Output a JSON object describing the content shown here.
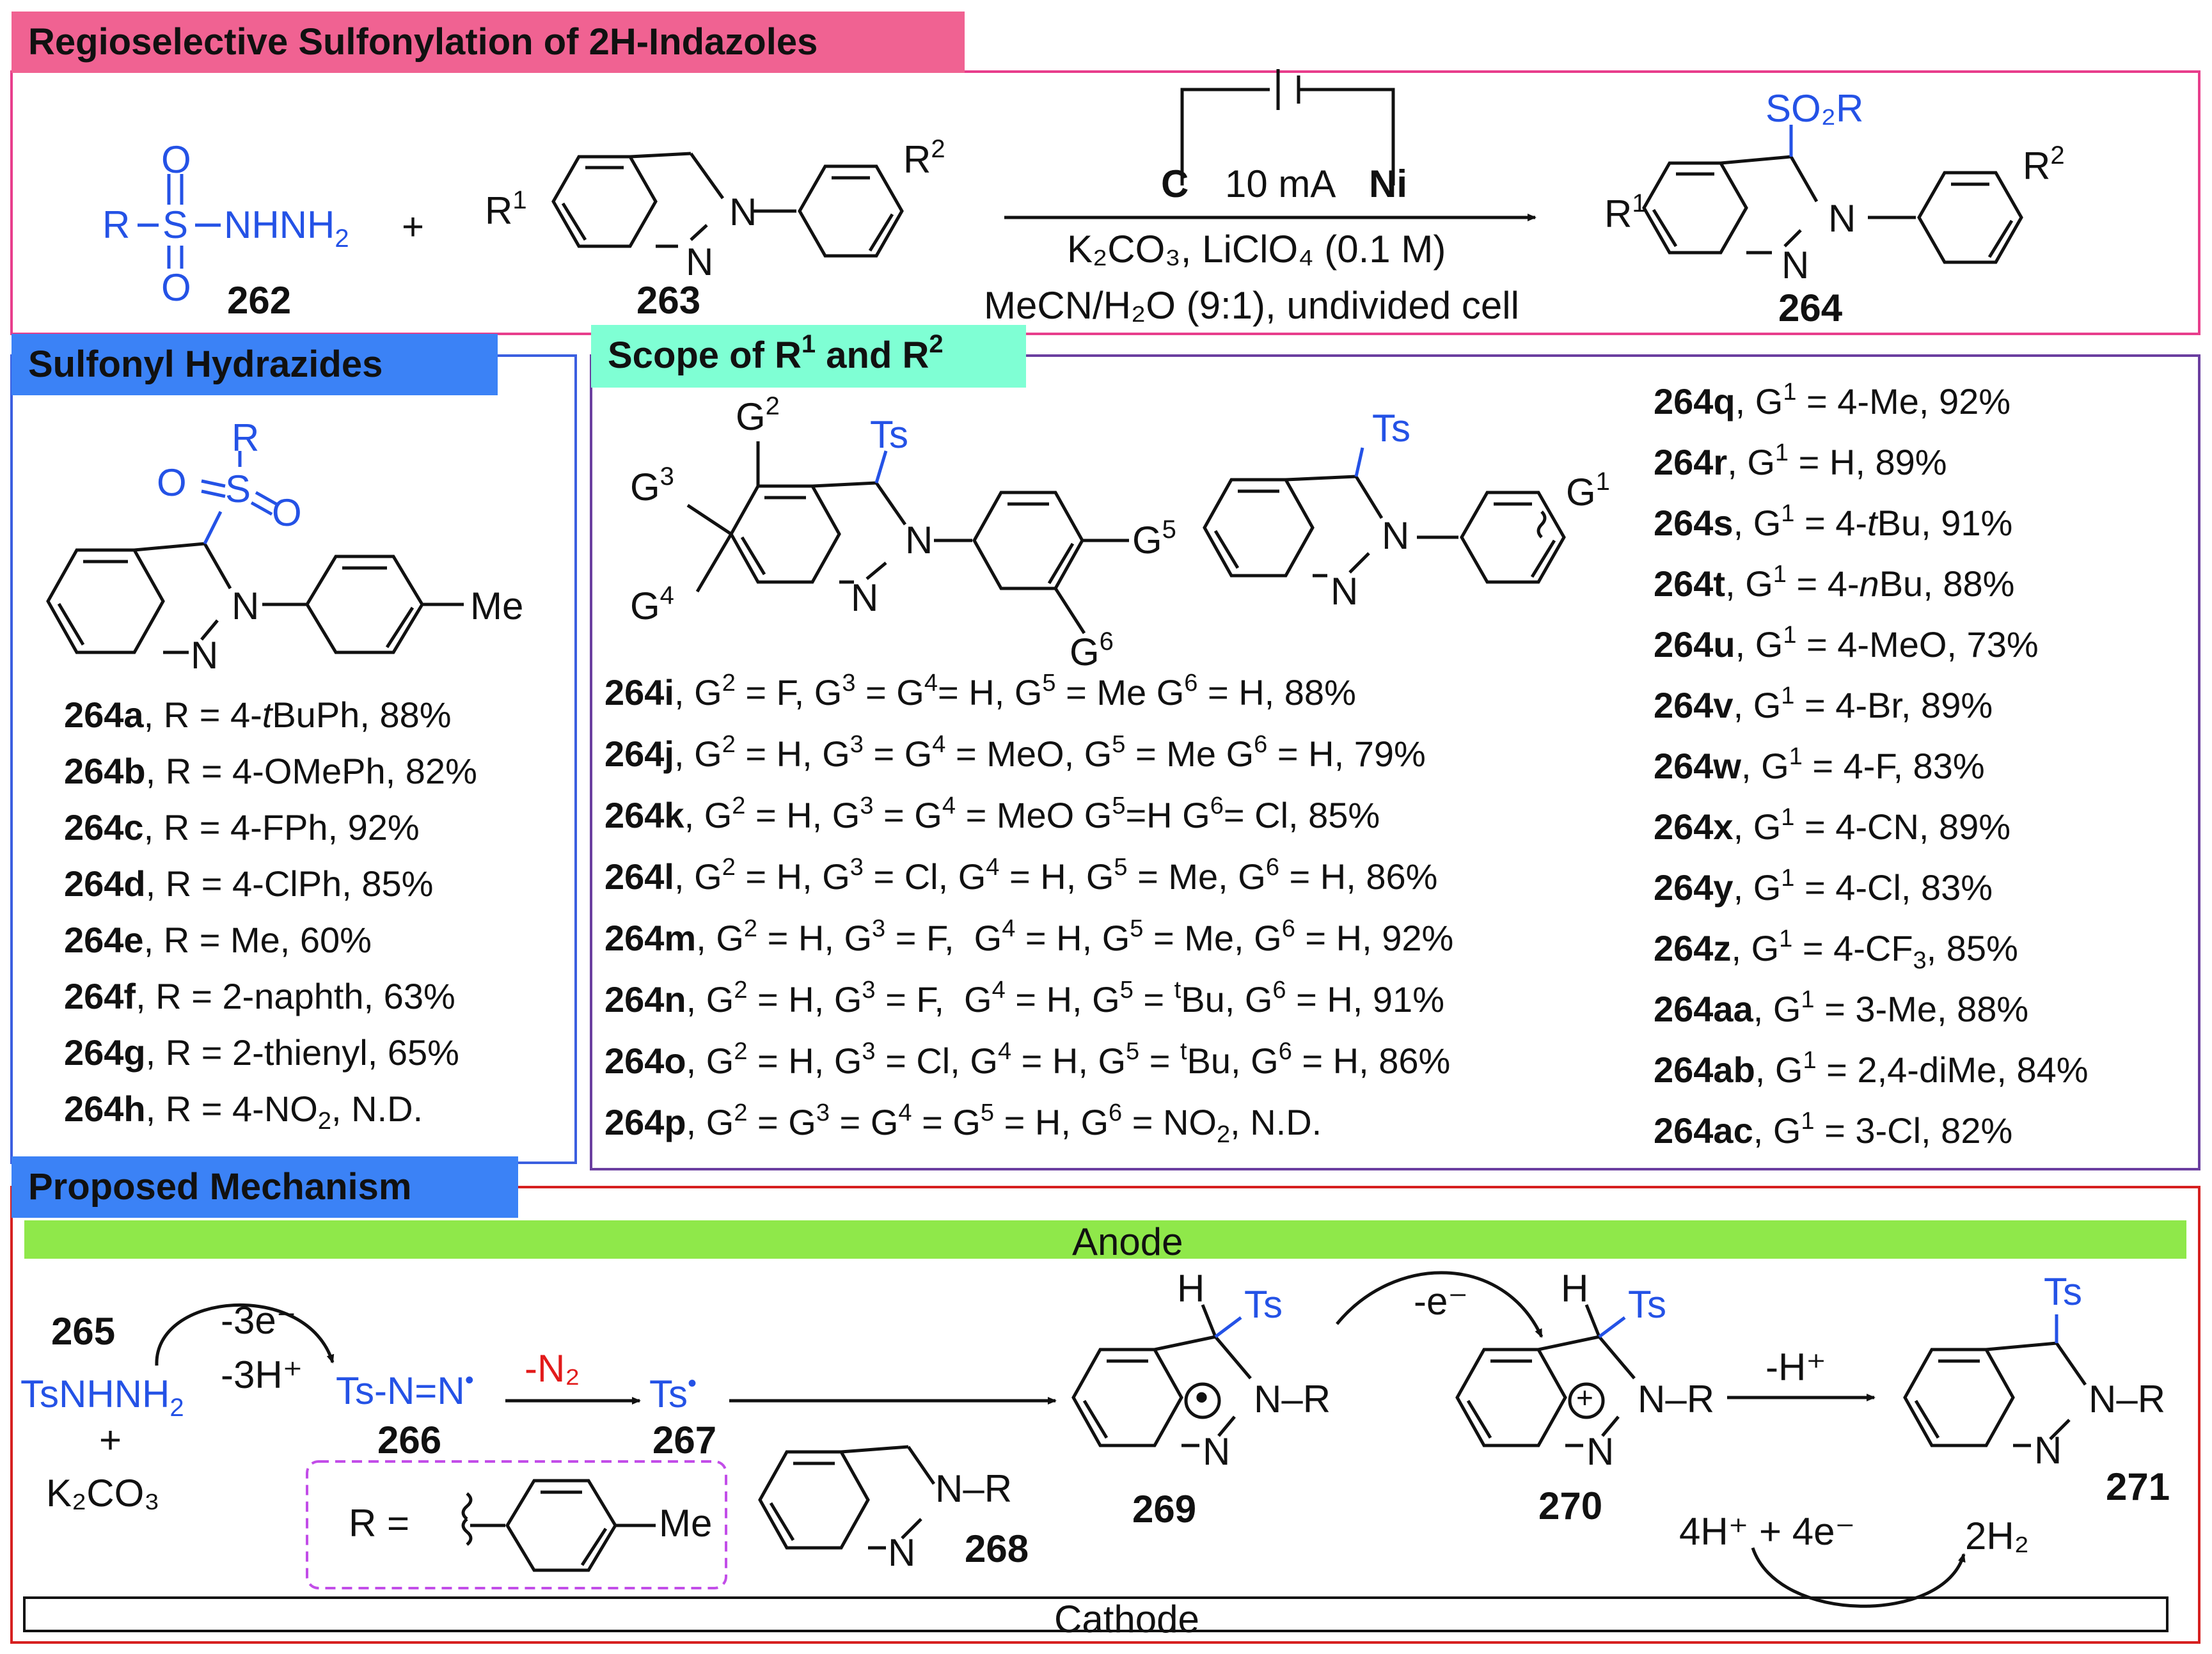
{
  "header": {
    "title": "Regioselective Sulfonylation of 2H-Indazoles"
  },
  "reaction": {
    "reagent_262": {
      "left": "R",
      "right": "NHNH",
      "sub": "2",
      "s": "S",
      "o": "O",
      "number": "262"
    },
    "plus": "+",
    "substrate_263": {
      "r1": "R",
      "r1_sup": "1",
      "r2": "R",
      "r2_sup": "2",
      "n": "N",
      "number": "263"
    },
    "conditions": {
      "anode": "C",
      "current": "10 mA",
      "cathode": "Ni",
      "line1": "K₂CO₃, LiClO₄ (0.1 M)",
      "line2": "MeCN/H₂O (9:1), undivided cell"
    },
    "product_264": {
      "so2r": "SO₂R",
      "r1": "R",
      "r1_sup": "1",
      "r2": "R",
      "r2_sup": "2",
      "n": "N",
      "number": "264"
    }
  },
  "hydrazides": {
    "title": "Sulfonyl Hydrazides",
    "structure": {
      "r": "R",
      "o": "O",
      "s": "S",
      "n": "N",
      "me": "Me"
    },
    "items": [
      {
        "id": "264a",
        "text": "R = 4-<i>t</i>BuPh, 88%"
      },
      {
        "id": "264b",
        "text": "R = 4-OMePh, 82%"
      },
      {
        "id": "264c",
        "text": "R = 4-FPh, 92%"
      },
      {
        "id": "264d",
        "text": "R = 4-ClPh, 85%"
      },
      {
        "id": "264e",
        "text": "R = Me, 60%"
      },
      {
        "id": "264f",
        "text": "R = 2-naphth, 63%"
      },
      {
        "id": "264g",
        "text": "R = 2-thienyl, 65%"
      },
      {
        "id": "264h",
        "text": "R = 4-NO<sub>2</sub>, N.D."
      }
    ]
  },
  "scope": {
    "title": "Scope of R¹ and R²",
    "structure1": {
      "g2": "G",
      "g2_sup": "2",
      "g3": "G",
      "g3_sup": "3",
      "g4": "G",
      "g4_sup": "4",
      "g5": "G",
      "g5_sup": "5",
      "g6": "G",
      "g6_sup": "6",
      "ts": "Ts",
      "n": "N"
    },
    "structure2": {
      "ts": "Ts",
      "g1": "G",
      "g1_sup": "1",
      "n": "N"
    },
    "items_left": [
      {
        "id": "264i",
        "text": "G<sup>2</sup> = F, G<sup>3</sup> = G<sup>4</sup>= H, G<sup>5</sup> = Me G<sup>6</sup> = H, 88%"
      },
      {
        "id": "264j",
        "text": "G<sup>2</sup> = H, G<sup>3</sup> = G<sup>4</sup> = MeO, G<sup>5</sup> = Me G<sup>6</sup> = H, 79%"
      },
      {
        "id": "264k",
        "text": "G<sup>2</sup> = H, G<sup>3</sup> = G<sup>4</sup> = MeO G<sup>5</sup>=H G<sup>6</sup>= Cl, 85%"
      },
      {
        "id": "264l",
        "text": "G<sup>2</sup> = H, G<sup>3</sup> = Cl, G<sup>4</sup> = H, G<sup>5</sup> = Me, G<sup>6</sup> = H, 86%"
      },
      {
        "id": "264m",
        "text": "G<sup>2</sup> = H, G<sup>3</sup> = F,&nbsp; G<sup>4</sup> = H, G<sup>5</sup> = Me, G<sup>6</sup> = H, 92%"
      },
      {
        "id": "264n",
        "text": "G<sup>2</sup> = H, G<sup>3</sup> = F,&nbsp; G<sup>4</sup> = H, G<sup>5</sup> = <sup>t</sup>Bu, G<sup>6</sup> = H, 91%"
      },
      {
        "id": "264o",
        "text": "G<sup>2</sup> = H, G<sup>3</sup> = Cl, G<sup>4</sup> = H, G<sup>5</sup> = <sup>t</sup>Bu, G<sup>6</sup> = H, 86%"
      },
      {
        "id": "264p",
        "text": "G<sup>2</sup> = G<sup>3</sup> = G<sup>4</sup> = G<sup>5</sup> = H, G<sup>6</sup> = NO<sub>2</sub>, N.D."
      }
    ],
    "items_right": [
      {
        "id": "264q",
        "text": "G<sup>1</sup> = 4-Me, 92%"
      },
      {
        "id": "264r",
        "text": "G<sup>1</sup> = H, 89%"
      },
      {
        "id": "264s",
        "text": "G<sup>1</sup> = 4-<i>t</i>Bu, 91%"
      },
      {
        "id": "264t",
        "text": "G<sup>1</sup> = 4-<i>n</i>Bu, 88%"
      },
      {
        "id": "264u",
        "text": "G<sup>1</sup> = 4-MeO, 73%"
      },
      {
        "id": "264v",
        "text": "G<sup>1</sup> = 4-Br, 89%"
      },
      {
        "id": "264w",
        "text": "G<sup>1</sup> = 4-F, 83%"
      },
      {
        "id": "264x",
        "text": "G<sup>1</sup> = 4-CN, 89%"
      },
      {
        "id": "264y",
        "text": "G<sup>1</sup> = 4-Cl, 83%"
      },
      {
        "id": "264z",
        "text": "G<sup>1</sup> = 4-CF<sub>3</sub>, 85%"
      },
      {
        "id": "264aa",
        "text": "G<sup>1</sup> = 3-Me, 88%"
      },
      {
        "id": "264ab",
        "text": "G<sup>1</sup> = 2,4-diMe, 84%"
      },
      {
        "id": "264ac",
        "text": "G<sup>1</sup> = 3-Cl, 82%"
      }
    ]
  },
  "mechanism": {
    "title": "Proposed Mechanism",
    "anode": "Anode",
    "cathode": "Cathode",
    "c265": {
      "number": "265",
      "formula": "TsNHNH",
      "sub": "2",
      "plus": "+",
      "base": "K₂CO₃"
    },
    "step1": {
      "e": "-3e⁻",
      "h": "-3H⁺"
    },
    "c266": {
      "formula": "Ts-N=N",
      "dot": "•",
      "number": "266"
    },
    "step2": {
      "label": "-N₂"
    },
    "c267": {
      "formula": "Ts",
      "dot": "•",
      "number": "267"
    },
    "r_def": {
      "r": "R =",
      "me": "Me"
    },
    "c268": {
      "number": "268",
      "nr": "N–R",
      "n": "N"
    },
    "c269": {
      "number": "269",
      "h": "H",
      "ts": "Ts",
      "nr": "N–R",
      "n": "N",
      "rad": "•"
    },
    "step3": {
      "label": "-e⁻"
    },
    "c270": {
      "number": "270",
      "h": "H",
      "ts": "Ts",
      "nr": "N–R",
      "n": "N",
      "cat": "+"
    },
    "step4": {
      "label": "-H⁺"
    },
    "c271": {
      "number": "271",
      "ts": "Ts",
      "nr": "N–R",
      "n": "N"
    },
    "cathode_rxn": {
      "left": "4H⁺ + 4e⁻",
      "right": "2H₂"
    }
  },
  "colors": {
    "pink": "#e83e8c",
    "header_pink": "#f06292",
    "blue_box": "#3b82f6",
    "purple": "#6b3fa0",
    "teal": "#7fffd4",
    "red": "#d62020",
    "green": "#8fe84a",
    "structure_blue": "#2452e6"
  }
}
